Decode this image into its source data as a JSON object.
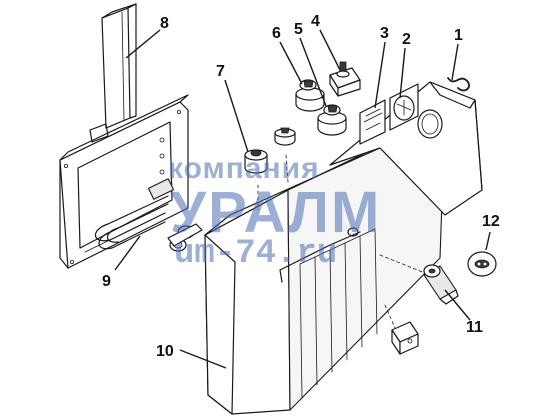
{
  "callouts": [
    {
      "id": "1",
      "label": "1"
    },
    {
      "id": "2",
      "label": "2"
    },
    {
      "id": "3",
      "label": "3"
    },
    {
      "id": "4",
      "label": "4"
    },
    {
      "id": "5",
      "label": "5"
    },
    {
      "id": "6",
      "label": "6"
    },
    {
      "id": "7",
      "label": "7"
    },
    {
      "id": "8",
      "label": "8"
    },
    {
      "id": "9",
      "label": "9"
    },
    {
      "id": "10",
      "label": "10"
    },
    {
      "id": "11",
      "label": "11"
    },
    {
      "id": "12",
      "label": "12"
    }
  ],
  "watermark": {
    "line1": "компания",
    "line2": "УРАЛМ",
    "line3": "um-74.ru",
    "color": "#4a6fb5"
  }
}
